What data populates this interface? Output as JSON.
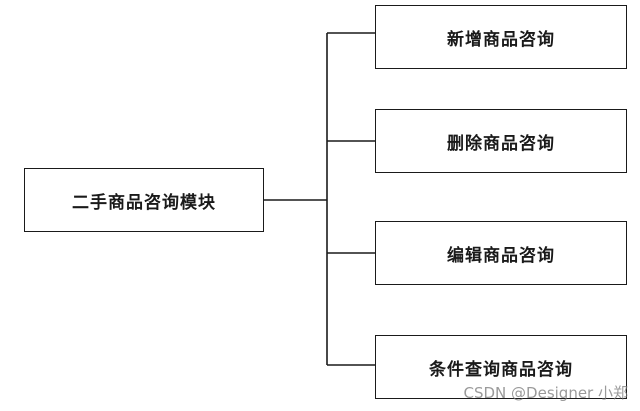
{
  "diagram": {
    "root": {
      "label": "二手商品咨询模块"
    },
    "children": [
      {
        "label": "新增商品咨询"
      },
      {
        "label": "删除商品咨询"
      },
      {
        "label": "编辑商品咨询"
      },
      {
        "label": "条件查询商品咨询"
      }
    ]
  },
  "watermark": {
    "text": "CSDN @Designer 小郑"
  },
  "colors": {
    "line": "#1a1a1a",
    "box_border": "#1a1a1a",
    "background": "#ffffff"
  }
}
